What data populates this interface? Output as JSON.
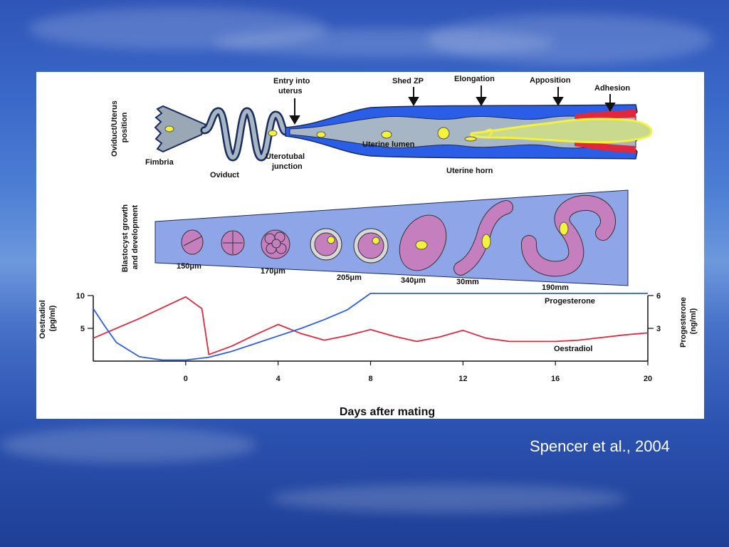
{
  "slide": {
    "citation": "Spencer et al., 2004"
  },
  "panel_a": {
    "side_label_line1": "Oviduct/Uterus",
    "side_label_line2": "position",
    "fimbria": "Fimbria",
    "oviduct": "Oviduct",
    "uterotubal_line1": "Uterotubal",
    "uterotubal_line2": "junction",
    "entry_line1": "Entry into",
    "entry_line2": "uterus",
    "shed_zp": "Shed ZP",
    "elongation": "Elongation",
    "apposition": "Apposition",
    "adhesion": "Adhesion",
    "uterine_lumen": "Uterine lumen",
    "uterine_horn": "Uterine horn"
  },
  "panel_b": {
    "side_label_line1": "Blastocyst growth",
    "side_label_line2": "and development",
    "sizes": [
      "150μm",
      "170μm",
      "205μm",
      "340μm",
      "30mm",
      "190mm"
    ]
  },
  "chart_data": {
    "type": "line",
    "xlabel": "Days after mating",
    "x_ticks": [
      0,
      4,
      8,
      12,
      16,
      20
    ],
    "xlim": [
      -4,
      20
    ],
    "left_axis": {
      "label_line1": "Oestradiol",
      "label_line2": "(pg/ml)",
      "ticks": [
        5,
        10
      ],
      "ylim": [
        0,
        10
      ]
    },
    "right_axis": {
      "label_line1": "Progesterone",
      "label_line2": "(ng/ml)",
      "ticks": [
        3,
        6
      ],
      "ylim": [
        0,
        6
      ]
    },
    "series": [
      {
        "name": "Oestradiol",
        "axis": "left",
        "color": "#e0283c",
        "x": [
          -4,
          -2,
          0,
          0.7,
          1,
          2,
          3,
          4,
          5,
          6,
          7,
          8,
          9,
          10,
          11,
          12,
          13,
          14,
          15,
          16,
          17,
          18,
          19,
          20
        ],
        "y": [
          3.5,
          6.5,
          9.8,
          8.0,
          1.0,
          2.3,
          4.0,
          5.6,
          4.2,
          3.2,
          3.9,
          4.8,
          3.8,
          3.0,
          3.7,
          4.7,
          3.5,
          3.0,
          3.0,
          3.0,
          3.2,
          3.6,
          4.0,
          4.3
        ]
      },
      {
        "name": "Progesterone",
        "axis": "right",
        "color": "#2a5ee6",
        "x": [
          -4,
          -3.5,
          -3,
          -2,
          -1,
          0,
          1,
          2,
          3,
          4,
          5,
          6,
          7,
          8,
          20
        ],
        "y": [
          4.8,
          3.2,
          1.7,
          0.4,
          0.1,
          0.1,
          0.35,
          0.9,
          1.6,
          2.3,
          3.0,
          3.8,
          4.7,
          6.2,
          6.2
        ]
      }
    ]
  }
}
